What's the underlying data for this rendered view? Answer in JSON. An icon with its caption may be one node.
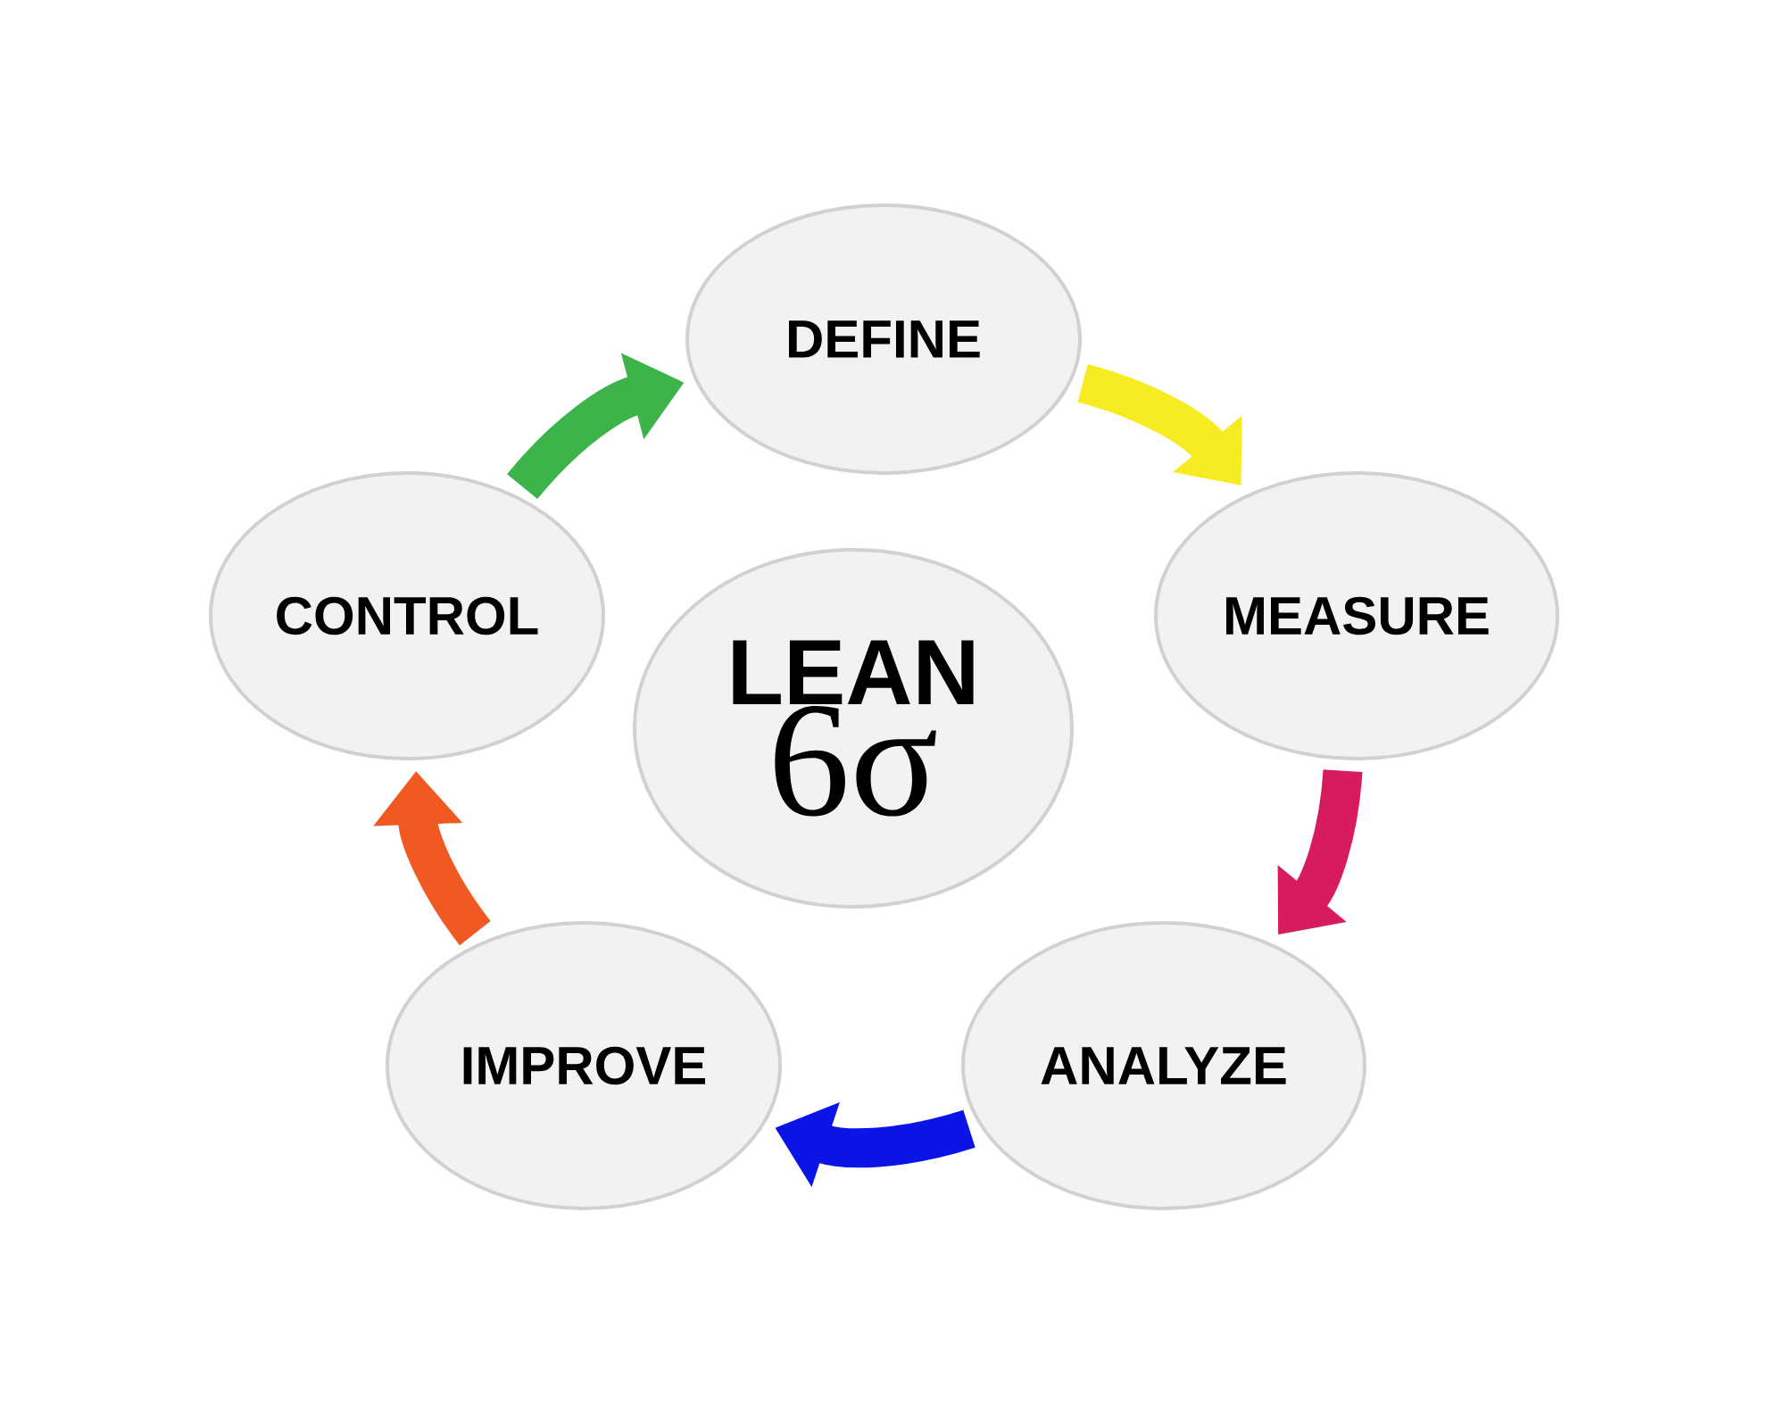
{
  "diagram": {
    "nodes": [
      {
        "text": [
          "DEFINE"
        ]
      },
      {
        "text": [
          "MEASURE"
        ]
      },
      {
        "text": [
          "ANALYZE"
        ]
      },
      {
        "text": [
          "IMPROVE"
        ]
      },
      {
        "text": [
          "CONTROL"
        ]
      },
      {
        "text": [
          "LEAN",
          "6σ"
        ]
      }
    ],
    "edges": [
      {
        "from": 0,
        "to": 1,
        "arrow": "to",
        "color": "#f7ec22"
      },
      {
        "from": 1,
        "to": 2,
        "arrow": "to",
        "color": "#d81b5f"
      },
      {
        "from": 2,
        "to": 3,
        "arrow": "to",
        "color": "#0a14e6"
      },
      {
        "from": 3,
        "to": 4,
        "arrow": "to",
        "color": "#f05a22"
      },
      {
        "from": 4,
        "to": 0,
        "arrow": "to",
        "color": "#3cb44a"
      }
    ]
  }
}
